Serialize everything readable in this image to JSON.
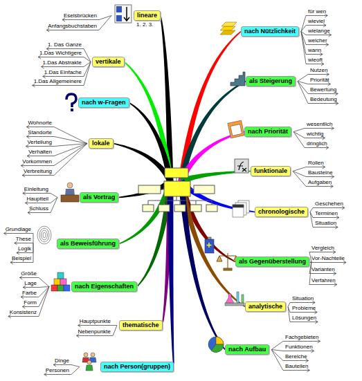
{
  "diagram": {
    "nodes": [
      {
        "text": [
          "lineare"
        ]
      },
      {
        "text": [
          "vertikale"
        ]
      },
      {
        "text": [
          "nach w-Fragen"
        ]
      },
      {
        "text": [
          "lokale"
        ]
      },
      {
        "text": [
          "als Vortrag"
        ]
      },
      {
        "text": [
          "als Beweisführung"
        ]
      },
      {
        "text": [
          "nach Eigenschaften"
        ]
      },
      {
        "text": [
          "thematische"
        ]
      },
      {
        "text": [
          "nach Person(gruppen)"
        ]
      },
      {
        "text": [
          "nach Nützlichkeit"
        ]
      },
      {
        "text": [
          "als Steigerung"
        ]
      },
      {
        "text": [
          "nach Priorität"
        ]
      },
      {
        "text": [
          "funktionale"
        ]
      },
      {
        "text": [
          "chronologische"
        ]
      },
      {
        "text": [
          "als Gegenüberstellung"
        ]
      },
      {
        "text": [
          "analytische"
        ]
      },
      {
        "text": [
          "nach Aufbau"
        ]
      }
    ],
    "labels": [
      "Eselsbrücken",
      "Anfangsbuchstaben",
      "1. 2. 3.",
      "1. Das Ganze",
      "1.Das Wichtigere",
      "1.Das Abstrakte",
      "1.Das Einfache",
      "1.Das Allgemeinere",
      "Wohnorte",
      "Standorte",
      "Verteilung",
      "Verhalten",
      "Vorkommen",
      "Verbreitung",
      "Einleitung",
      "Hauptteil",
      "Schluss",
      "Grundlage",
      "These",
      "Logik",
      "Beispiel",
      "Größe",
      "Lage",
      "Farbe",
      "Form",
      "Konsistenz",
      "Hauptpunkte",
      "Nebenpunkte",
      "Dinge",
      "Personen",
      "für wen",
      "wieviel",
      "wielange",
      "welcher",
      "wann",
      "wieoft",
      "Nutzen",
      "Priorität",
      "Bewertung",
      "Bedeutung",
      "wesentlich",
      "wichtig",
      "dringlich",
      "Rollen",
      "Bausteine",
      "Aufgaben",
      "Geschehen",
      "Terminen",
      "Situation",
      "Vergleich",
      "Vor-Nachteile",
      "Varianten",
      "Verfahren",
      "Situation",
      "Probleme",
      "Lösungen",
      "Fachgebieten",
      "Funktionen",
      "Bereiche",
      "Bauteilen"
    ]
  }
}
